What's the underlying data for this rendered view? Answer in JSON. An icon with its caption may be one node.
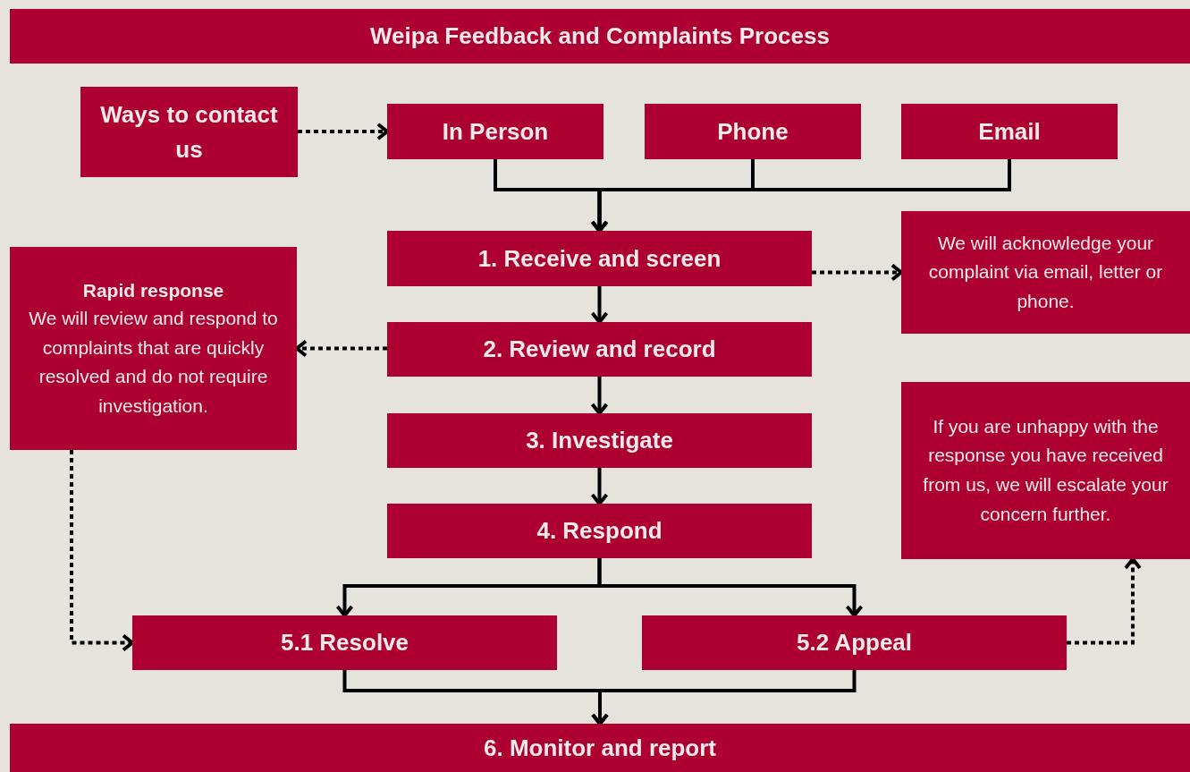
{
  "diagram": {
    "nodes": [
      {
        "text": [
          "Weipa Feedback and Complaints Process"
        ]
      },
      {
        "text": [
          "Ways to contact us"
        ]
      },
      {
        "text": [
          "In Person"
        ]
      },
      {
        "text": [
          "Phone"
        ]
      },
      {
        "text": [
          "Email"
        ]
      },
      {
        "text": [
          "1. Receive and screen"
        ]
      },
      {
        "text": [
          "We will acknowledge your complaint via email, letter or phone."
        ]
      },
      {
        "text": [
          "Rapid response",
          "We will review and respond to complaints that are quickly resolved and do not require investigation."
        ]
      },
      {
        "text": [
          "2. Review and record"
        ]
      },
      {
        "text": [
          "3. Investigate"
        ]
      },
      {
        "text": [
          "4. Respond"
        ]
      },
      {
        "text": [
          "If you are unhappy with the response you have received from us, we will escalate your concern further."
        ]
      },
      {
        "text": [
          "5.1 Resolve"
        ]
      },
      {
        "text": [
          "5.2 Appeal"
        ]
      },
      {
        "text": [
          "6. Monitor and report"
        ]
      }
    ],
    "edges": [
      {
        "from": 1,
        "to": 2,
        "arrow": "to",
        "style": "dashed"
      },
      {
        "from": 2,
        "to": 5,
        "arrow": "to"
      },
      {
        "from": 3,
        "to": 5,
        "arrow": "to"
      },
      {
        "from": 4,
        "to": 5,
        "arrow": "to"
      },
      {
        "from": 5,
        "to": 6,
        "arrow": "to",
        "style": "dashed"
      },
      {
        "from": 5,
        "to": 8,
        "arrow": "to"
      },
      {
        "from": 8,
        "to": 7,
        "arrow": "to",
        "style": "dashed"
      },
      {
        "from": 8,
        "to": 9,
        "arrow": "to"
      },
      {
        "from": 9,
        "to": 10,
        "arrow": "to"
      },
      {
        "from": 10,
        "to": 12,
        "arrow": "to"
      },
      {
        "from": 10,
        "to": 13,
        "arrow": "to"
      },
      {
        "from": 7,
        "to": 12,
        "arrow": "to",
        "style": "dashed"
      },
      {
        "from": 13,
        "to": 11,
        "arrow": "to",
        "style": "dashed"
      },
      {
        "from": 12,
        "to": 14,
        "arrow": "to"
      },
      {
        "from": 13,
        "to": 14,
        "arrow": "to"
      }
    ]
  }
}
